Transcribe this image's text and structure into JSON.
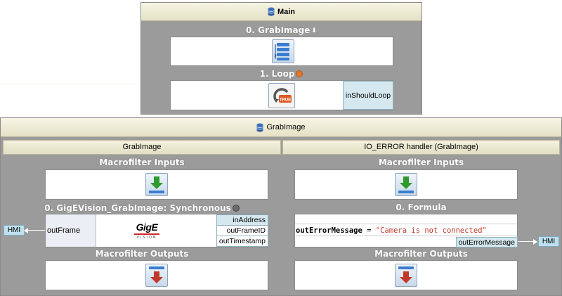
{
  "main_panel": {
    "title": "Main",
    "steps": [
      {
        "label": "0. GrabImage"
      },
      {
        "label": "1. Loop",
        "port": "inShouldLoop"
      }
    ],
    "loop_badge": "TRUE"
  },
  "grab_panel": {
    "title": "GrabImage",
    "columns": [
      {
        "header": "GrabImage",
        "inputs_label": "Macrofilter Inputs",
        "filter_label": "0. GigEVision_GrabImage: Synchronous",
        "ports_right": [
          "inAddress",
          "outFrameID",
          "outTimestamp"
        ],
        "port_left": "outFrame",
        "hmi": "HMI",
        "logo_text": "GigE",
        "logo_sub": "VISION",
        "outputs_label": "Macrofilter Outputs"
      },
      {
        "header": "IO_ERROR handler (GrabImage)",
        "inputs_label": "Macrofilter Inputs",
        "filter_label": "0. Formula",
        "formula_name": "outErrorMessage",
        "formula_op": " = ",
        "formula_value": "\"Camera is not connected\"",
        "port_right": "outErrorMessage",
        "hmi": "HMI",
        "outputs_label": "Macrofilter Outputs"
      }
    ]
  },
  "colors": {
    "panel_bg": "#9b9b9b",
    "title_bg": "#eeecd5",
    "port_bg": "#d5e8ef",
    "input_arrow": "#2e9a2e",
    "output_arrow": "#c0392b",
    "formula_string": "#c0392b"
  }
}
